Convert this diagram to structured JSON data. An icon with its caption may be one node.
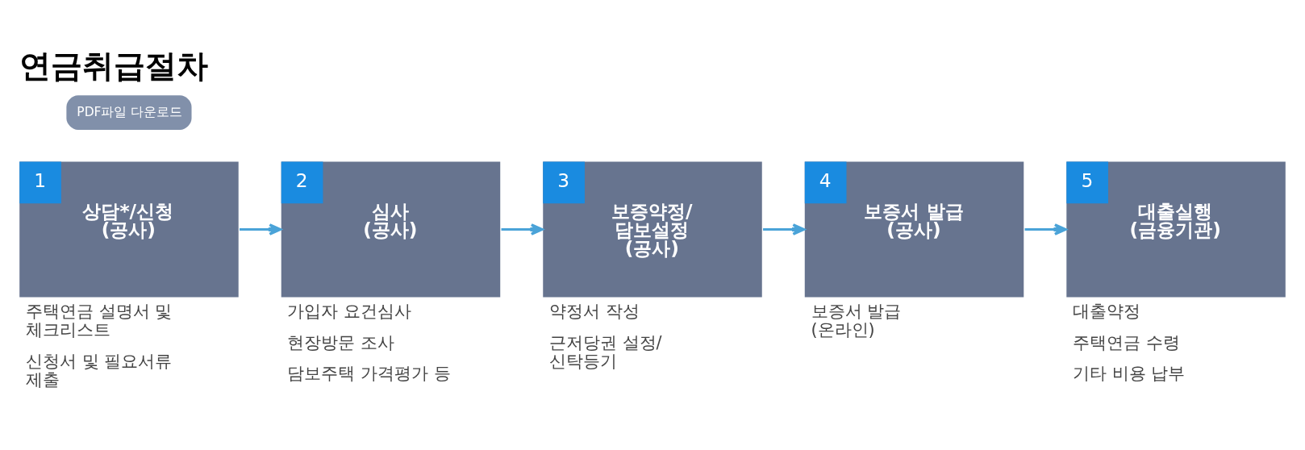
{
  "diagram": {
    "title": "연금취급절차",
    "nodes": [
      {
        "text": [
          "1",
          "상담*/신청 (공사)"
        ],
        "beside": [
          "주택연금 설명서 및 체크리스트",
          "신청서 및 필요서류 제출"
        ]
      },
      {
        "text": [
          "2",
          "심사 (공사)"
        ],
        "beside": [
          "가입자 요건심사",
          "현장방문 조사",
          "담보주택 가격평가 등"
        ]
      },
      {
        "text": [
          "3",
          "보증약정/ 담보설정 (공사)"
        ],
        "beside": [
          "약정서 작성",
          "근저당권 설정/ 신탁등기"
        ]
      },
      {
        "text": [
          "4",
          "보증서 발급 (공사)"
        ],
        "beside": [
          "보증서 발급 (온라인)"
        ]
      },
      {
        "text": [
          "5",
          "대출실행 (금융기관)"
        ],
        "beside": [
          "대출약정",
          "주택연금 수령",
          "기타 비용 납부"
        ]
      }
    ],
    "edges": [
      {
        "from": 0,
        "to": 1,
        "arrow": "to"
      },
      {
        "from": 1,
        "to": 2,
        "arrow": "to"
      },
      {
        "from": 2,
        "to": 3,
        "arrow": "to"
      },
      {
        "from": 3,
        "to": 4,
        "arrow": "to"
      }
    ],
    "labels": [
      "PDF파일 다운로드"
    ]
  }
}
